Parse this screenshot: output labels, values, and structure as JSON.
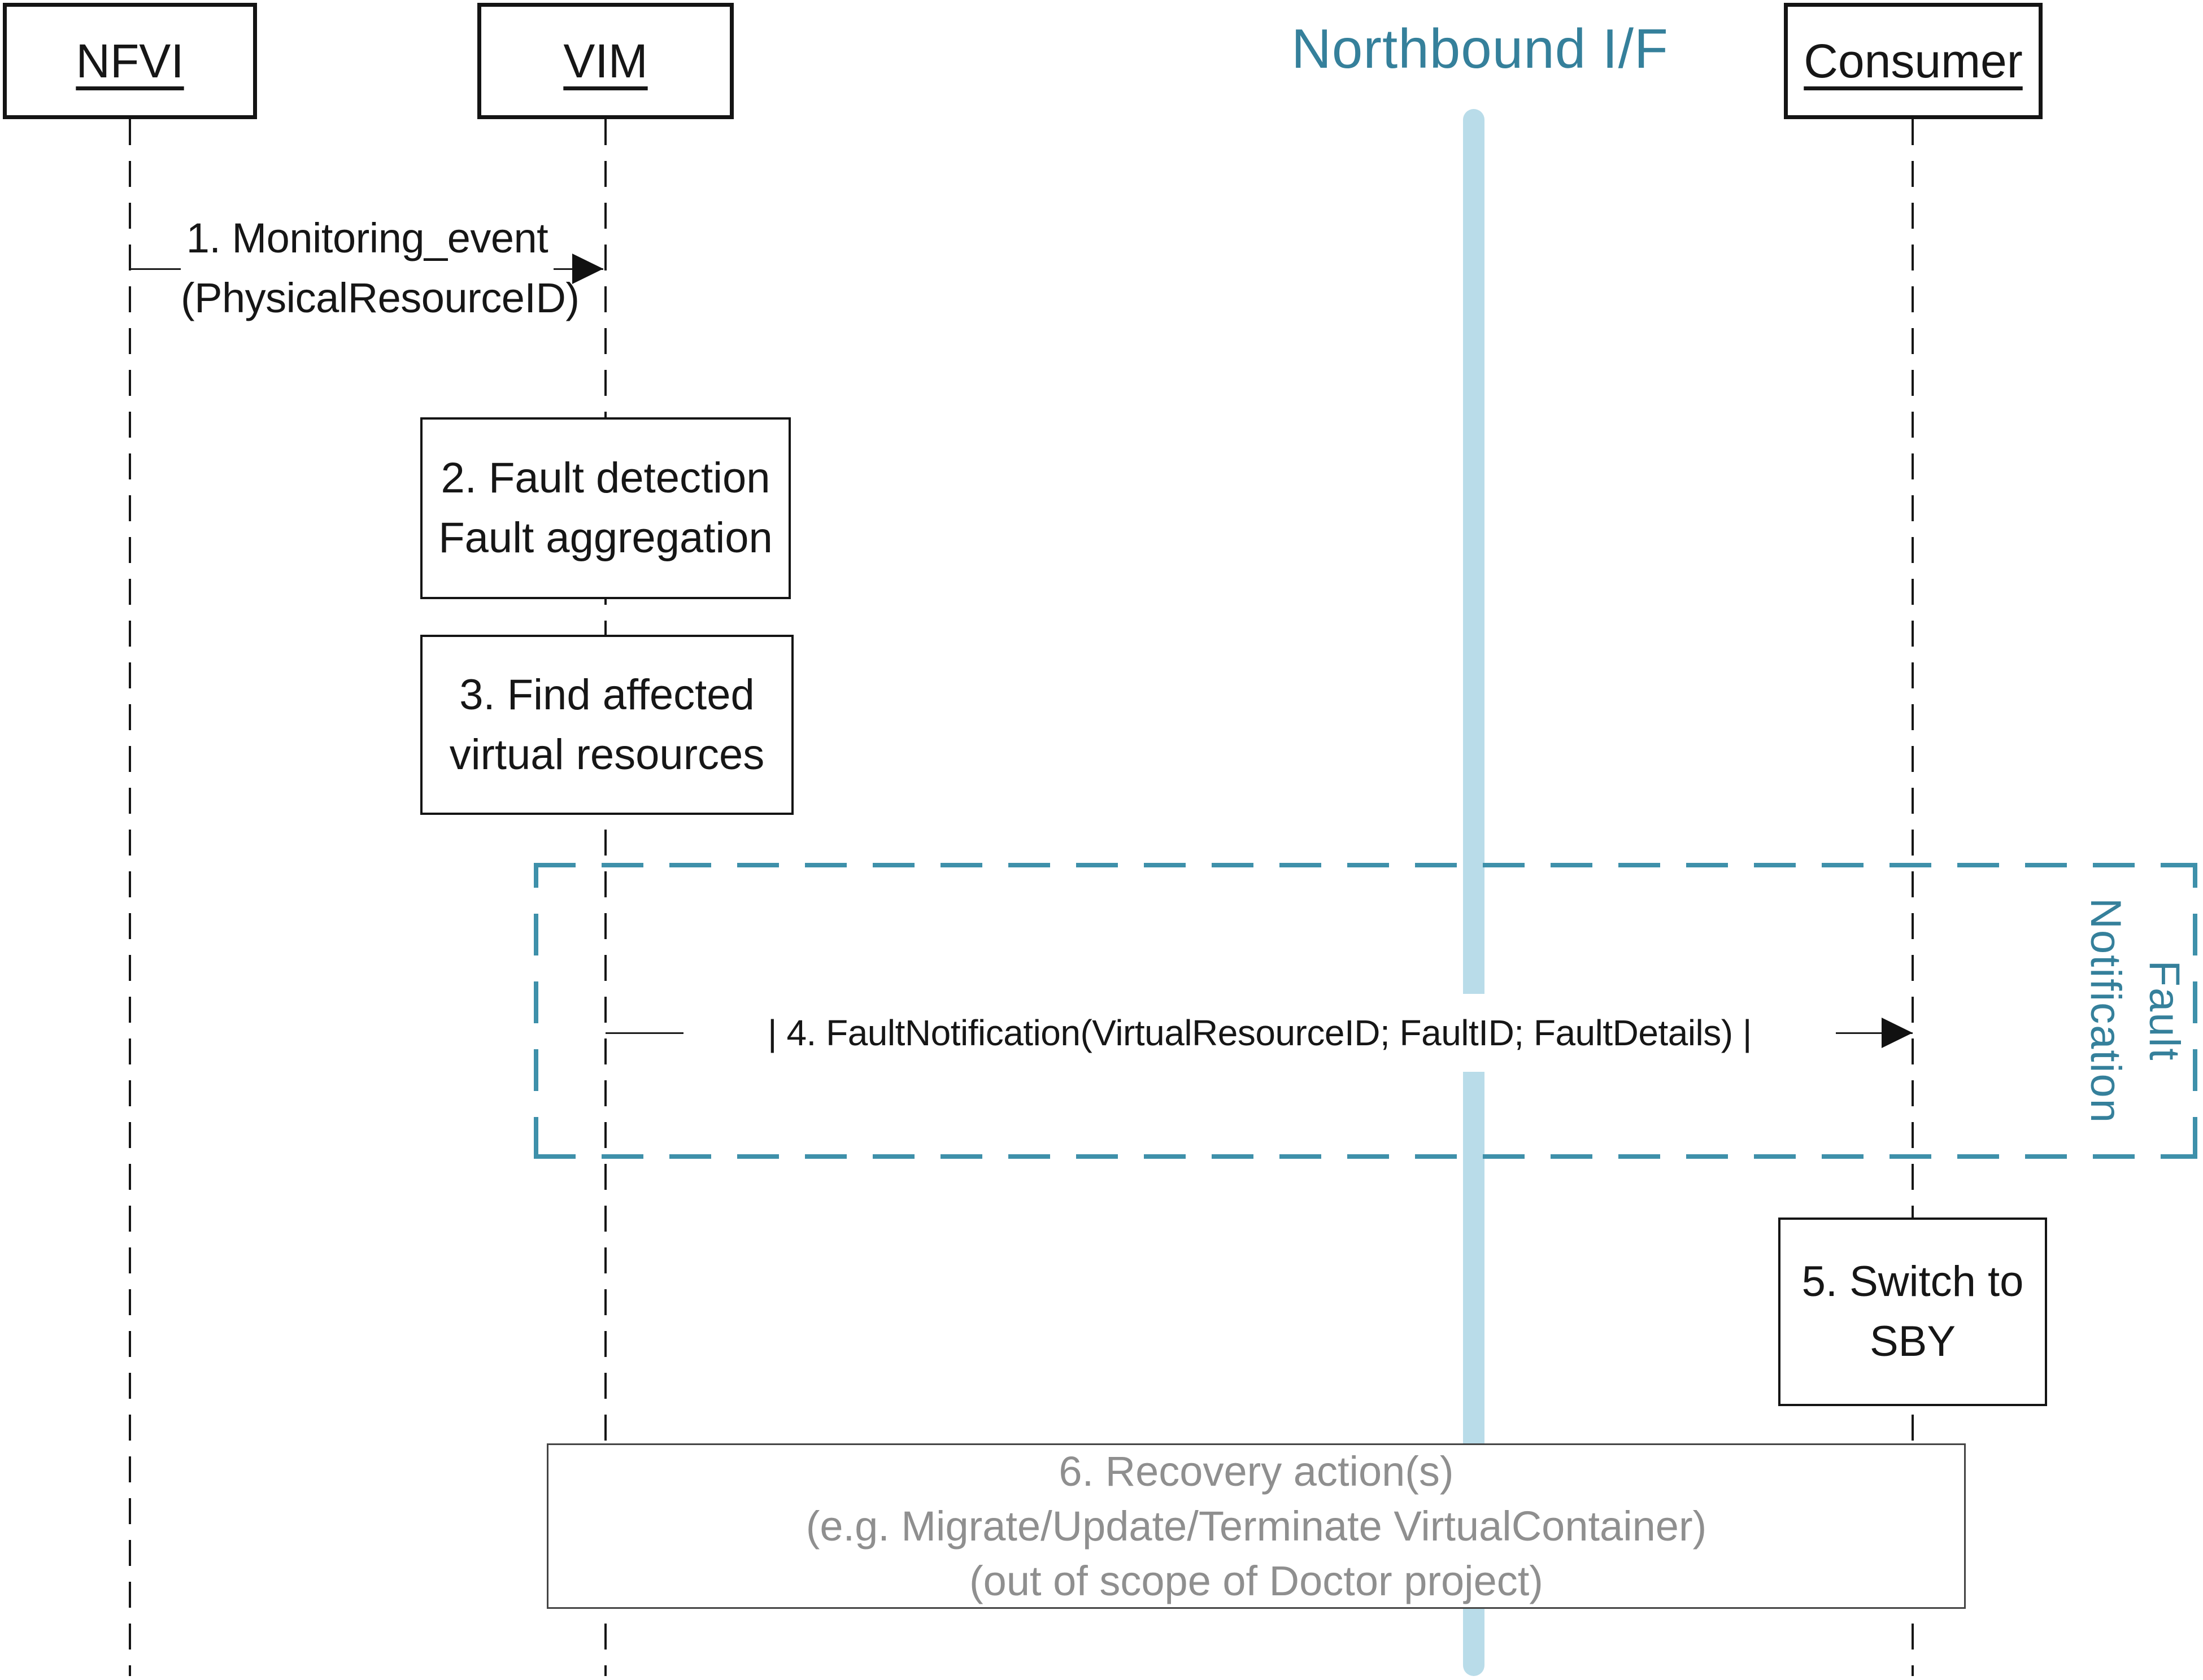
{
  "title": "Northbound I/F",
  "actors": {
    "nfvi": "NFVI",
    "vim": "VIM",
    "consumer": "Consumer"
  },
  "messages": {
    "m1_line1": "1. Monitoring_event",
    "m1_line2": "(PhysicalResourceID)",
    "m4": "| 4. FaultNotification(VirtualResourceID; FaultID; FaultDetails) |"
  },
  "steps": {
    "s2_line1": "2. Fault detection",
    "s2_line2": "Fault aggregation",
    "s3_line1": "3. Find affected",
    "s3_line2": "virtual resources",
    "s5_line1": "5. Switch to",
    "s5_line2": "SBY",
    "s6_line1": "6. Recovery action(s)",
    "s6_line2": "(e.g. Migrate/Update/Terminate VirtualContainer)",
    "s6_line3": "(out of scope of Doctor project)"
  },
  "frame": {
    "label_line1": "Fault",
    "label_line2": "Notification"
  },
  "colors": {
    "accent_teal": "#35809B",
    "frame_teal": "#3E90AA",
    "northbound_blue": "#B9DCE9",
    "gray_text": "#8F8F8F"
  }
}
